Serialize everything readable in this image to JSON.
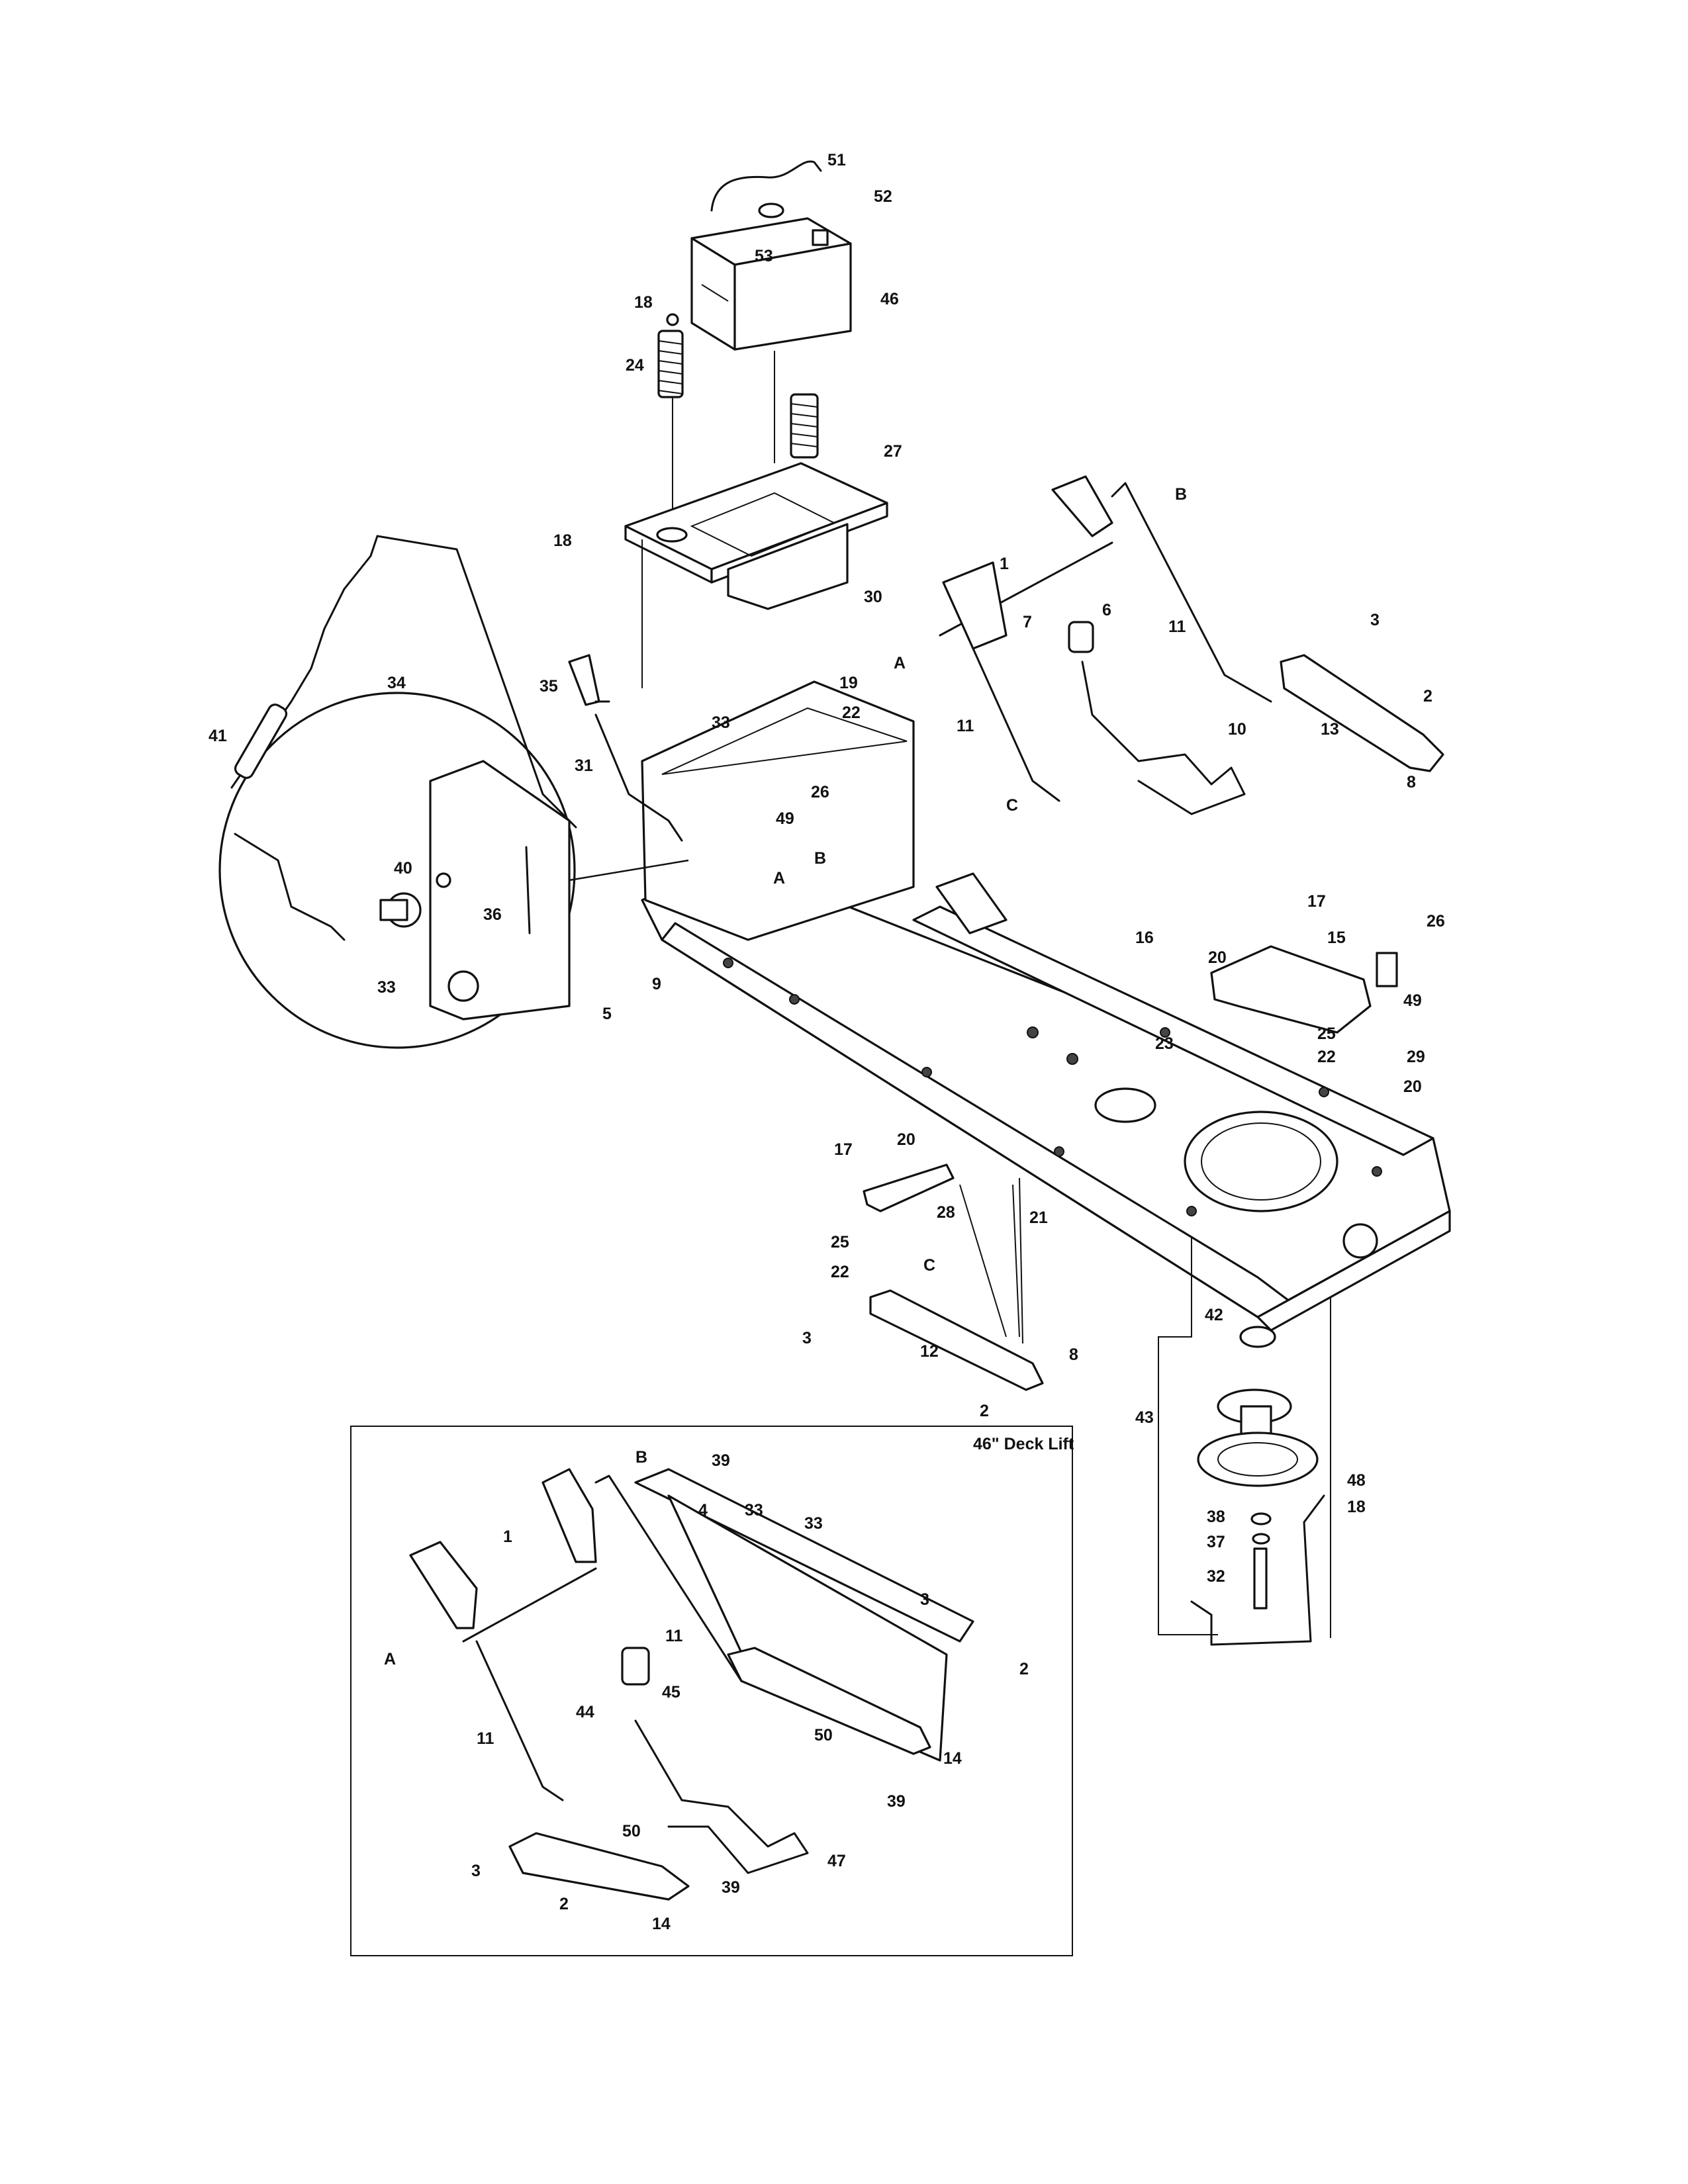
{
  "inset": {
    "title": "46\" Deck Lift"
  },
  "main_callouts": [
    "51",
    "52",
    "53",
    "46",
    "18",
    "24",
    "27",
    "18",
    "30",
    "35",
    "34",
    "41",
    "33",
    "19",
    "22",
    "31",
    "26",
    "49",
    "B",
    "A",
    "40",
    "36",
    "33",
    "9",
    "5",
    "B",
    "1",
    "11",
    "7",
    "6",
    "A",
    "11",
    "C",
    "10",
    "3",
    "13",
    "2",
    "8",
    "16",
    "17",
    "15",
    "20",
    "26",
    "49",
    "23",
    "25",
    "22",
    "29",
    "20",
    "17",
    "20",
    "28",
    "21",
    "25",
    "22",
    "C",
    "3",
    "12",
    "8",
    "2",
    "42",
    "43",
    "48",
    "18",
    "38",
    "37",
    "32"
  ],
  "inset_callouts": [
    "B",
    "39",
    "4",
    "33",
    "33",
    "1",
    "11",
    "3",
    "2",
    "A",
    "44",
    "45",
    "50",
    "14",
    "39",
    "11",
    "47",
    "50",
    "3",
    "39",
    "2",
    "14"
  ]
}
